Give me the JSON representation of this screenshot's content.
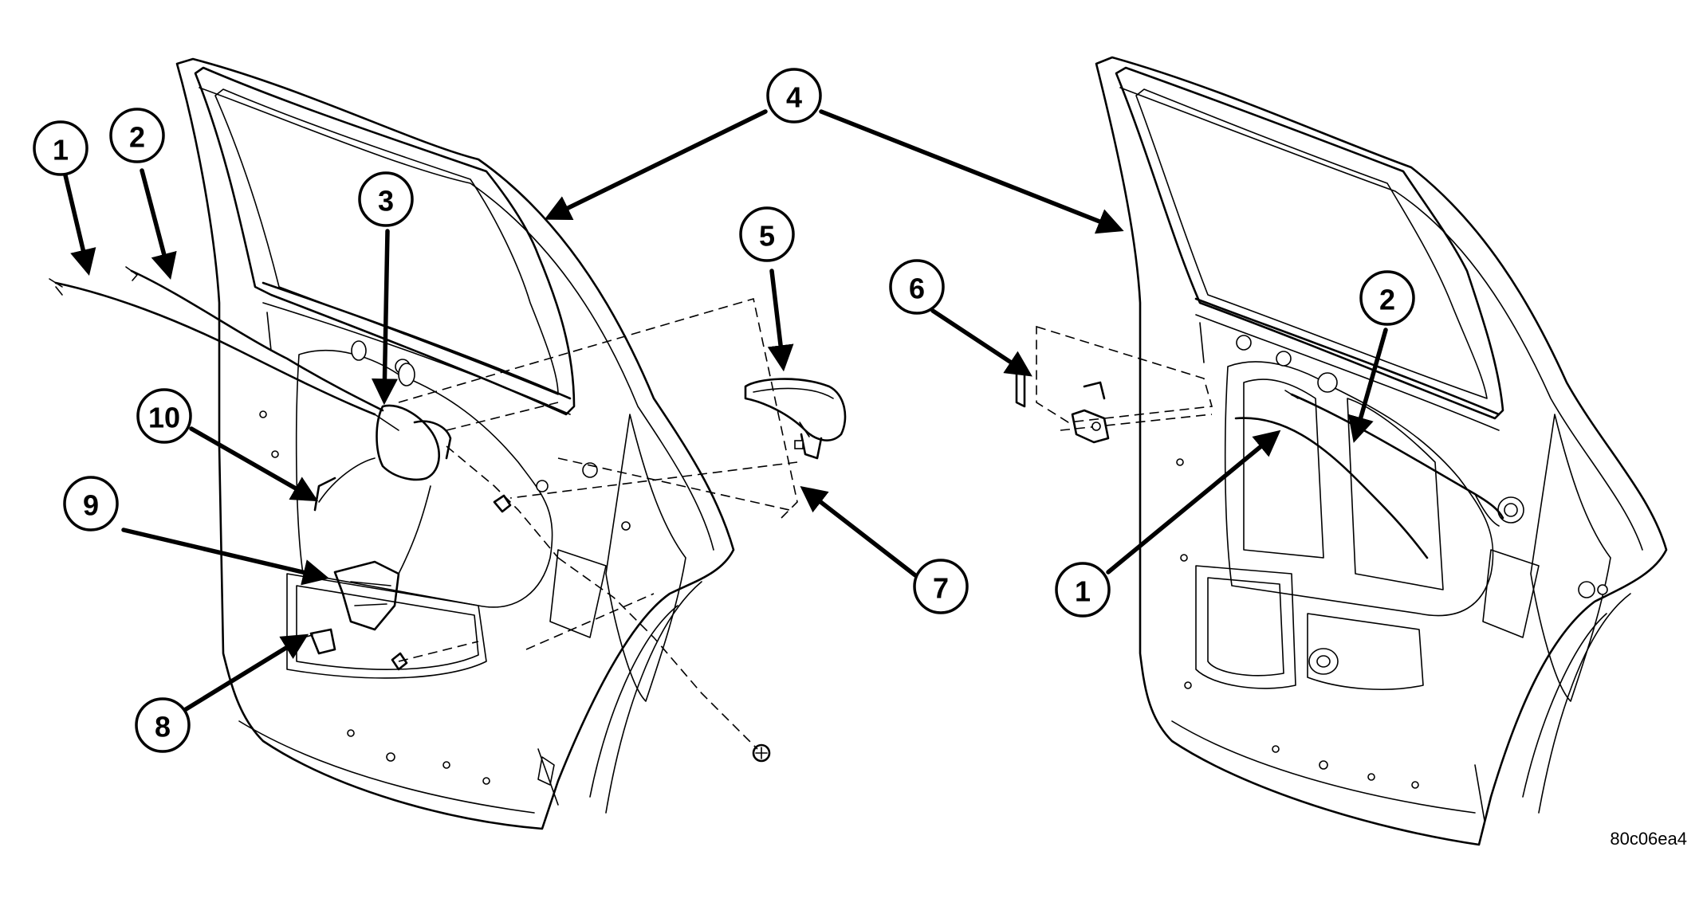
{
  "figure_code": "80c06ea4",
  "callouts": [
    {
      "id": "c1-left",
      "label": "1"
    },
    {
      "id": "c2-left",
      "label": "2"
    },
    {
      "id": "c3",
      "label": "3"
    },
    {
      "id": "c4",
      "label": "4"
    },
    {
      "id": "c5",
      "label": "5"
    },
    {
      "id": "c6",
      "label": "6"
    },
    {
      "id": "c7",
      "label": "7"
    },
    {
      "id": "c8",
      "label": "8"
    },
    {
      "id": "c9",
      "label": "9"
    },
    {
      "id": "c10",
      "label": "10"
    },
    {
      "id": "c2-right",
      "label": "2"
    },
    {
      "id": "c1-right",
      "label": "1"
    }
  ]
}
